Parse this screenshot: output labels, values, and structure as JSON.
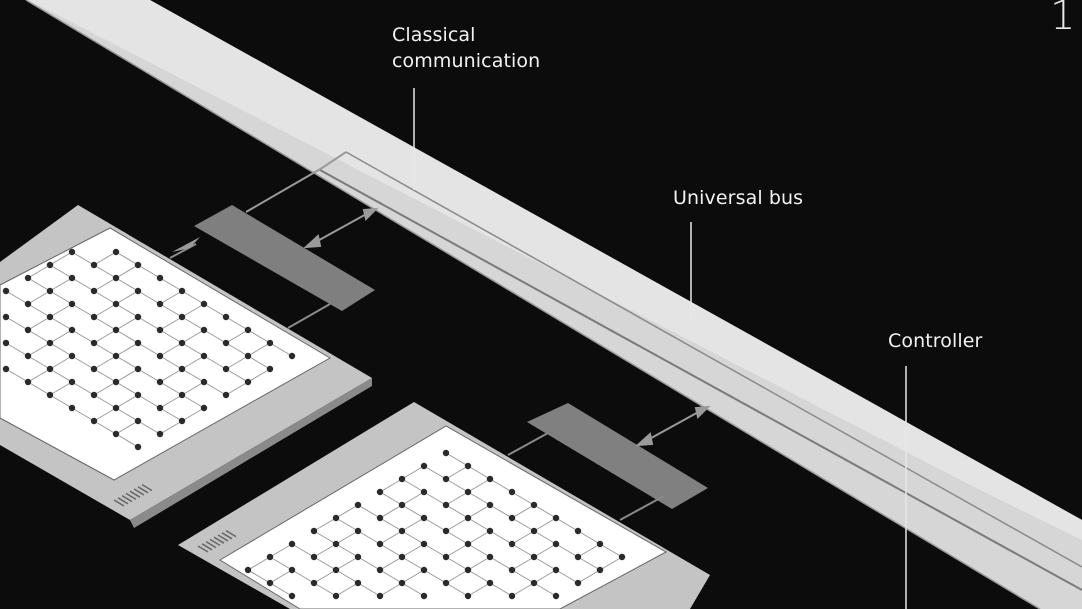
{
  "labels": {
    "classical_communication": "Classical\ncommunication",
    "universal_bus": "Universal bus",
    "controller": "Controller",
    "corner_number": "1"
  },
  "colors": {
    "background": "#0c0c0c",
    "bus_fill": "#d4d4d4",
    "controller_fill": "#7e7e7e",
    "chip_base": "#c9c9c9",
    "chip_face": "#ffffff",
    "qubit_dot": "#2a2a2a",
    "leader_line": "#e6e6e6"
  },
  "icons": [
    "bidirectional-arrow-icon",
    "lattice-grid-icon",
    "barcode-pad-icon"
  ]
}
